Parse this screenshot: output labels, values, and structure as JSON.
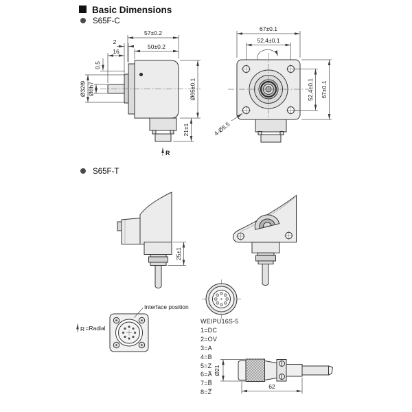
{
  "header": {
    "title": "Basic Dimensions",
    "variant_c": "S65F-C",
    "variant_t": "S65F-T"
  },
  "s65fc": {
    "side_view": {
      "dim_overall_len": "57±0.2",
      "dim_step": "2",
      "dim_shaft_len": "16",
      "dim_body_len": "50±0.2",
      "dim_gap": "0.5",
      "dim_pilot_dia": "Ø32f9",
      "dim_shaft_dia": "Ø8h7",
      "dim_body_dia": "Ø65±0.1",
      "dim_connector_h": "21±1",
      "radial_mark": "R"
    },
    "front_view": {
      "dim_flange_w": "67±0.1",
      "dim_hole_spacing_w": "52.4±0.1",
      "dim_hole_spacing_h": "52.4±0.1",
      "dim_flange_h": "67±0.1",
      "mounting_holes": "4-Ø5.5"
    }
  },
  "s65ft": {
    "side_view": {
      "dim_connector_h": "25±1"
    }
  },
  "notes": {
    "radial_r": "R",
    "radial_label": "=Radial",
    "interface_label": "Interface position"
  },
  "connector": {
    "model": "WEIPU16S-5",
    "pins": [
      "1=DC",
      "2=OV",
      "3=A",
      "4=B",
      "5=Z",
      "6=A̅",
      "7=B̅",
      "8=Z̅"
    ],
    "dim_dia": "Ø21",
    "dim_len": "62"
  },
  "colors": {
    "outline": "#333333",
    "dimension": "#555555",
    "body_fill": "#ececec",
    "text": "#1a1a1a"
  }
}
